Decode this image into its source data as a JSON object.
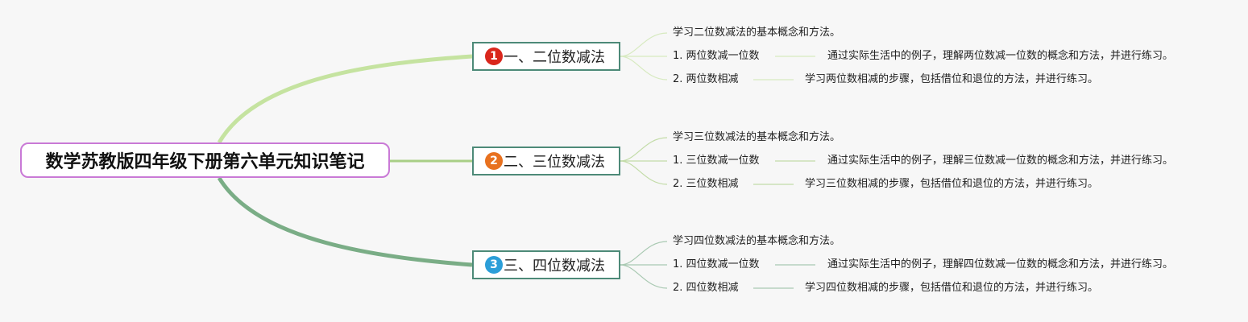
{
  "root": {
    "title": "数学苏教版四年级下册第六单元知识笔记"
  },
  "branches": [
    {
      "number": "1",
      "badge_color": "#d9261c",
      "line_color": "#c5e3a0",
      "title": "一、二位数减法",
      "intro": "学习二位数减法的基本概念和方法。",
      "items": [
        {
          "label": "1. 两位数减一位数",
          "detail": "通过实际生活中的例子，理解两位数减一位数的概念和方法，并进行练习。"
        },
        {
          "label": "2. 两位数相减",
          "detail": "学习两位数相减的步骤，包括借位和退位的方法，并进行练习。"
        }
      ]
    },
    {
      "number": "2",
      "badge_color": "#e8711f",
      "line_color": "#a8cf86",
      "title": "二、三位数减法",
      "intro": "学习三位数减法的基本概念和方法。",
      "items": [
        {
          "label": "1. 三位数减一位数",
          "detail": "通过实际生活中的例子，理解三位数减一位数的概念和方法，并进行练习。"
        },
        {
          "label": "2. 三位数相减",
          "detail": "学习三位数相减的步骤，包括借位和退位的方法，并进行练习。"
        }
      ]
    },
    {
      "number": "3",
      "badge_color": "#2b9ed8",
      "line_color": "#7aad86",
      "title": "三、四位数减法",
      "intro": "学习四位数减法的基本概念和方法。",
      "items": [
        {
          "label": "1. 四位数减一位数",
          "detail": "通过实际生活中的例子，理解四位数减一位数的概念和方法，并进行练习。"
        },
        {
          "label": "2. 四位数相减",
          "detail": "学习四位数相减的步骤，包括借位和退位的方法，并进行练习。"
        }
      ]
    }
  ]
}
